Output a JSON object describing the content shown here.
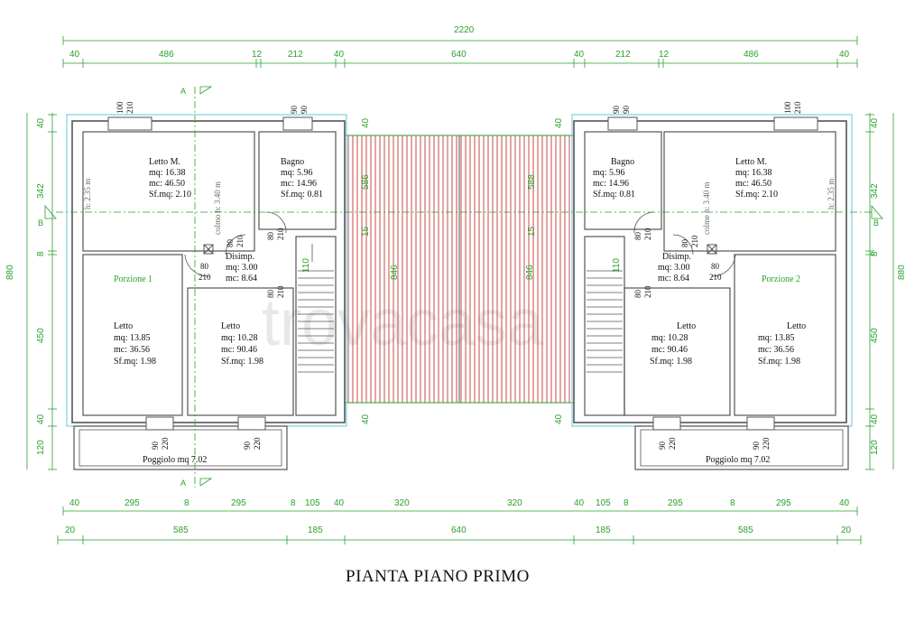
{
  "title": "PIANTA PIANO PRIMO",
  "watermark": "trovacasa",
  "colors": {
    "dimension": "#2aa02a",
    "wall": "#555555",
    "outline": "#7fd0e0",
    "hatch": "#c84848",
    "text": "#111111"
  },
  "dimensions": {
    "total_top": "2220",
    "top_row": [
      "40",
      "486",
      "12",
      "212",
      "40",
      "640",
      "40",
      "212",
      "12",
      "486",
      "40"
    ],
    "bottom_row1": [
      "40",
      "295",
      "8",
      "295",
      "8",
      "105",
      "40",
      "320",
      "320",
      "40",
      "105",
      "8",
      "295",
      "8",
      "295",
      "40"
    ],
    "bottom_row2": [
      "20",
      "585",
      "185",
      "640",
      "185",
      "585",
      "20"
    ],
    "left_total": "880",
    "right_total": "880",
    "left_vertical": [
      "40",
      "342",
      "8",
      "450",
      "40",
      "120"
    ],
    "right_vertical": [
      "40",
      "342",
      "8",
      "450",
      "40",
      "120"
    ],
    "center_vertical_left": [
      "40",
      "40"
    ],
    "center_vertical_right": [
      "40",
      "40"
    ]
  },
  "sections": {
    "a": "A",
    "b": "B"
  },
  "units": {
    "left": {
      "portion": "Porzione 1",
      "letto_m": [
        "Letto M.",
        "mq: 16.38",
        "mc: 46.50",
        "Sf.mq: 2.10"
      ],
      "bagno": [
        "Bagno",
        "mq: 5.96",
        "mc: 14.96",
        "Sf.mq: 0.81"
      ],
      "disimp": [
        "Disimp.",
        "mq: 3.00",
        "mc: 8.64"
      ],
      "letto1": [
        "Letto",
        "mq: 13.85",
        "mc: 36.56",
        "Sf.mq: 1.98"
      ],
      "letto2": [
        "Letto",
        "mq: 10.28",
        "mc: 90.46",
        "Sf.mq: 1.98"
      ],
      "poggiolo": "Poggiolo mq 7.02",
      "height_1": "h: 2.35 m",
      "height_2": "colmo h: 3.40 m"
    },
    "right": {
      "portion": "Porzione 2",
      "letto_m": [
        "Letto M.",
        "mq: 16.38",
        "mc: 46.50",
        "Sf.mq: 2.10"
      ],
      "bagno": [
        "Bagno",
        "mq: 5.96",
        "mc: 14.96",
        "Sf.mq: 0.81"
      ],
      "disimp": [
        "Disimp.",
        "mq: 3.00",
        "mc: 8.64"
      ],
      "letto1": [
        "Letto",
        "mq: 13.85",
        "mc: 36.56",
        "Sf.mq: 1.98"
      ],
      "letto2": [
        "Letto",
        "mq: 10.28",
        "mc: 90.46",
        "Sf.mq: 1.98"
      ],
      "poggiolo": "Poggiolo mq 7.02",
      "height_1": "h: 2.35 m",
      "height_2": "colme h: 3.40 m"
    }
  },
  "openings": {
    "w_100": [
      "100",
      "210"
    ],
    "w_90": [
      "90",
      "90"
    ],
    "d_80": [
      "80",
      "210"
    ],
    "d_90_220": [
      "90",
      "220"
    ],
    "d_110": "110"
  },
  "center_labels": [
    "586",
    "15",
    "588",
    "846"
  ]
}
